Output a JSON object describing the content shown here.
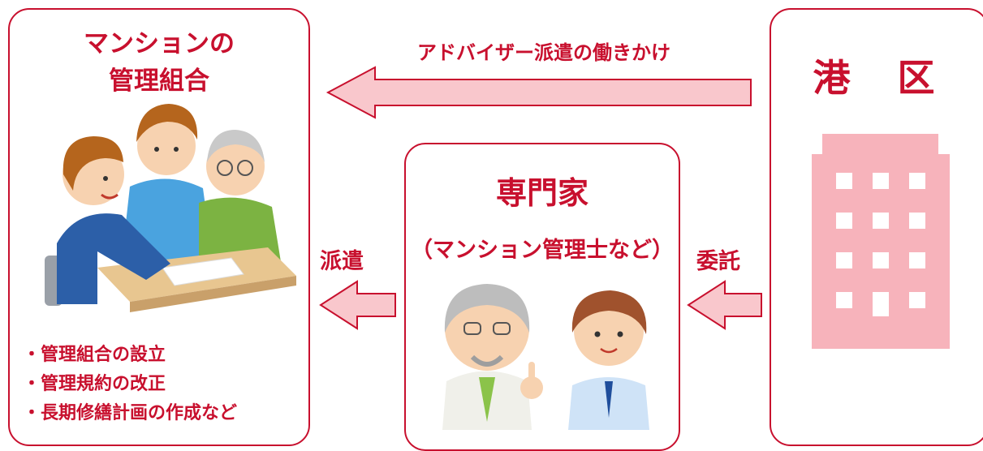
{
  "colors": {
    "accent": "#c8102e",
    "arrow_fill": "#f9c7cc",
    "building": "#f7b3bb"
  },
  "left_box": {
    "title_line1": "マンションの",
    "title_line2": "管理組合",
    "tasks": [
      "・管理組合の設立",
      "・管理規約の改正",
      "・長期修繕計画の作成など"
    ]
  },
  "middle_box": {
    "title": "専門家",
    "subtitle": "（マンション管理士など）"
  },
  "right_box": {
    "title": "港　区"
  },
  "arrows": {
    "top_label": "アドバイザー派遣の働きかけ",
    "dispatch_label": "派遣",
    "commission_label": "委託"
  },
  "icons": [
    "meeting-people-illustration",
    "senior-advisor-illustration",
    "young-advisor-illustration",
    "building-icon"
  ]
}
